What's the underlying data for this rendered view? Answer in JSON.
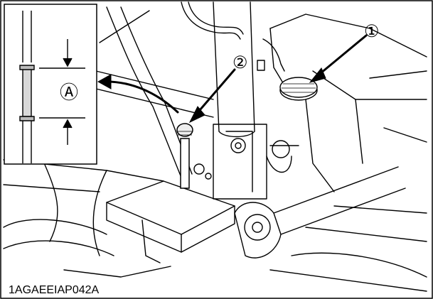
{
  "figure": {
    "code": "1AGAEEIAP042A",
    "callouts": [
      {
        "id": "1",
        "label": "①"
      },
      {
        "id": "2",
        "label": "②"
      }
    ],
    "dimension_label": "Ⓐ"
  }
}
